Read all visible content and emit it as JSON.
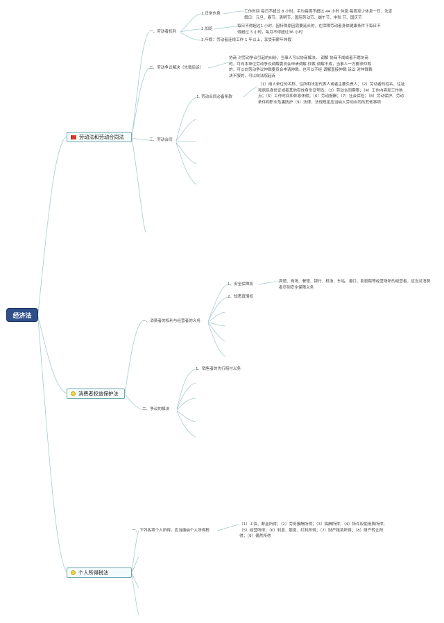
{
  "root": {
    "label": "经济法"
  },
  "branch1": {
    "label": "劳动法和劳动合同法",
    "icon": "red-flag-icon",
    "sub1": {
      "label": "一、劳动者权利",
      "item1": {
        "label": "1.日常作息",
        "detail": "工作时间 每日不超过 8 小时，平均每周不超过 44 小时 休息:每周至少休息一日；法定假日：元旦、春节、清明节、国际劳动节、端午节、中秋 节、国庆节"
      },
      "item2": {
        "label": "2.加班",
        "detail": "每日不得超过1 小时，因特殊原因需要延长的，在保障劳动者身体健康条件下每日不得超过 3 小时，每月不得超过36 小时"
      },
      "item3": {
        "label": "3.年假：劳动者连续工作 1 年以上，享受带薪年休假"
      }
    },
    "sub2": {
      "label": "二、劳动争议解决（先裁后诉）",
      "detail": "协商 对劳动争议引起的纠纷，当事人可以协商解决。 调解 协商不成或者不愿协商的，可向本单位劳动争议调解委员会申请调解 仲裁 调解不成，当事人一方要求仲裁的，可以向劳动争议仲裁委员会申请仲裁，也可以不经 调解直接仲裁 诉讼 对仲裁裁决不服的，可以向法院起诉"
    },
    "sub3": {
      "label": "三、劳动合同",
      "item1": {
        "label": "1. 劳动合同必备条款",
        "detail": "（1）用人单位的名称、住所和法定代表人或者主要负责人；（2）劳动者的姓名、住址和居民身份证或者其他有效身份证号码；（3）劳动合同期限；（4）工作内容和工作地点；（5）工作时间和休息休假；（6）劳动报酬；（7）社会保险；（8）劳动保护、劳动条件和职业危害防护（9）法律、法规规定应当纳入劳动合同的其他事项"
      }
    }
  },
  "branch2": {
    "label": "消费者权益保护法",
    "icon": "star-icon",
    "sub1": {
      "label": "一、消费者的权利与经营者的义务",
      "item1": {
        "label": "1、安全保障权",
        "detail": "宾馆、商场、餐馆、银行、机场、车站、港口、影剧院等经营场所的经营者，应当对消费者尽到安全保障义务"
      },
      "item2": {
        "label": "2、知悉真情权"
      }
    },
    "sub2": {
      "label": "二、争议的解决",
      "item1": {
        "label": "1、销售者的先行赔付义务"
      }
    }
  },
  "branch3": {
    "label": "个人所得税法",
    "icon": "star-icon",
    "sub1": {
      "label": "一、下列各项个人所得，应当缴纳个人所得税",
      "detail": "（1）工资、薪金所得；（2）劳务报酬所得；（3）稿酬所得；（4）特许权使用费所得；（5）经营所得；（6）利息、股息、红利所得；（7）财产租赁所得；（8）财产转让所得；（9）偶然所得"
    }
  },
  "colors": {
    "line": "#9ec3c9",
    "root_fill": "#2f4f8a",
    "branch_border": "#6fa7b2"
  }
}
